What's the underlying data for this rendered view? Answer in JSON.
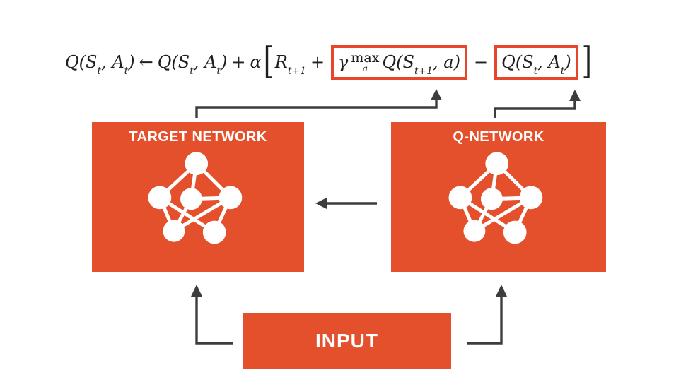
{
  "formula": {
    "qsa": {
      "p1": "Q(S",
      "sub1": "t",
      "p2": ", A",
      "sub2": "t",
      "p3": ")"
    },
    "assign": "←",
    "plus": "+",
    "alpha": "α",
    "lbracket": "[",
    "rbracket": "]",
    "reward": {
      "p1": "R",
      "sub": "t+1"
    },
    "gamma": "γ",
    "max_word": "max",
    "max_sub": "a",
    "qnext": {
      "p1": "Q(S",
      "sub": "t+1",
      "p2": ", a)"
    },
    "minus": "−"
  },
  "diagram": {
    "target_network": {
      "label": "TARGET NETWORK",
      "icon": "neural-network-icon"
    },
    "q_network": {
      "label": "Q-NETWORK",
      "icon": "neural-network-icon"
    },
    "input": {
      "label": "INPUT"
    },
    "arrows": [
      {
        "name": "arrow-target-to-formula-term",
        "direction": "up"
      },
      {
        "name": "arrow-qnetwork-to-formula-term",
        "direction": "up"
      },
      {
        "name": "arrow-qnetwork-to-target-network",
        "direction": "left"
      },
      {
        "name": "arrow-input-to-target-network",
        "direction": "up"
      },
      {
        "name": "arrow-input-to-qnetwork",
        "direction": "up"
      }
    ]
  },
  "colors": {
    "box_fill": "#E4502C",
    "highlight_border": "#E8462B",
    "arrow": "#3D3D3D",
    "label_text": "#FFFFFF",
    "formula_text": "#1F1F1F",
    "background": "#FFFFFF"
  }
}
